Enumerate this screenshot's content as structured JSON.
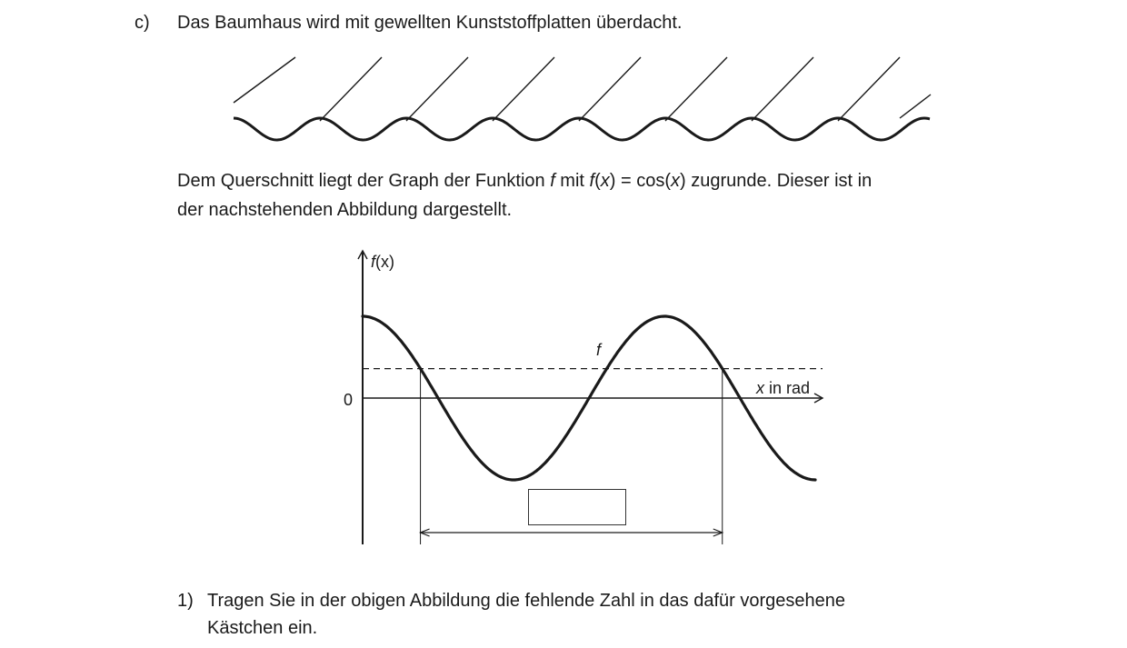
{
  "part_label": "c)",
  "intro_text": "Das Baumhaus wird mit gewellten Kunststoffplatten überdacht.",
  "paragraph": {
    "line1_a": "Dem Querschnitt liegt der Graph der Funktion ",
    "line1_f": "f",
    "line1_b": " mit  ",
    "formula_f": "f",
    "formula_open": "(",
    "formula_x": "x",
    "formula_mid": ") = cos(",
    "formula_x2": "x",
    "formula_close": ")",
    "line1_c": "  zugrunde. Dieser ist in",
    "line2": "der nachstehenden Abbildung dargestellt."
  },
  "figure": {
    "y_axis_label_f": "f",
    "y_axis_label_rest": "(x)",
    "x_axis_label_x": "x",
    "x_axis_label_rest": " in rad",
    "origin_label": "0",
    "curve_label": "f",
    "answer_box_value": ""
  },
  "chart_data": {
    "type": "line",
    "function": "cos(x)",
    "series": [
      {
        "name": "f",
        "x": [
          0,
          0.3927,
          0.7854,
          1.1781,
          1.5708,
          1.9635,
          2.3562,
          2.7489,
          3.1416,
          3.5343,
          3.927,
          4.3197,
          4.7124,
          5.1051,
          5.4978,
          5.8905,
          6.2832,
          6.6759,
          7.0686,
          7.4613,
          7.854,
          8.2467,
          8.6394,
          9.0321,
          9.4248
        ],
        "y": [
          1,
          0.9239,
          0.7071,
          0.3827,
          0,
          -0.3827,
          -0.7071,
          -0.9239,
          -1,
          -0.9239,
          -0.7071,
          -0.3827,
          0,
          0.3827,
          0.7071,
          0.9239,
          1,
          0.9239,
          0.7071,
          0.3827,
          0,
          -0.3827,
          -0.7071,
          -0.9239,
          -1
        ]
      }
    ],
    "dashed_level_y": 0.36,
    "xlim": [
      0,
      9.42
    ],
    "ylim": [
      -1,
      1
    ],
    "grid": false,
    "legend": "none"
  },
  "task": {
    "number": "1)",
    "line1": "Tragen Sie in der obigen Abbildung die fehlende Zahl in das dafür vorgesehene",
    "line2": "Kästchen ein."
  }
}
